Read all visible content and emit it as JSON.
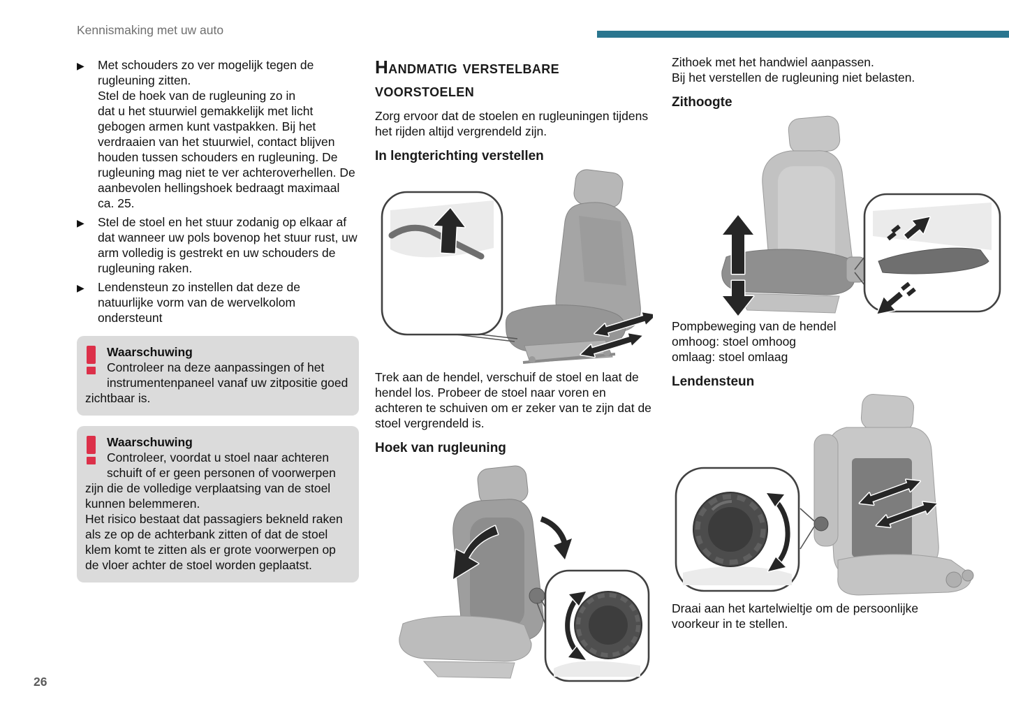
{
  "page": {
    "header_title": "Kennismaking met uw auto",
    "page_number": "26"
  },
  "colors": {
    "accent_teal": "#2a768f",
    "warning_box_bg": "#dbdbdb",
    "warning_icon_red": "#dc3049"
  },
  "left_column": {
    "bullet_marker": "▶",
    "bullets": [
      "Met schouders zo ver mogelijk tegen de rugleuning zitten.\nStel de hoek van de rugleuning zo in\ndat u het stuurwiel gemakkelijk met licht gebogen armen kunt vastpakken. Bij het verdraaien van het stuurwiel, contact blijven houden tussen schouders en rugleuning. De rugleuning mag niet te ver achteroverhellen. De aanbevolen hellingshoek bedraagt maximaal ca. 25.",
      "Stel de stoel en het stuur zodanig op elkaar af dat wanneer uw pols bovenop het stuur rust, uw arm volledig is gestrekt en uw schouders de rugleuning raken.",
      "Lendensteun zo instellen dat deze de natuurlijke vorm van de wervelkolom ondersteunt"
    ],
    "warnings": [
      {
        "title": "Waarschuwing",
        "body": "Controleer na deze aanpassingen of het instrumentenpaneel vanaf uw zitpositie goed zichtbaar is."
      },
      {
        "title": "Waarschuwing",
        "body": "Controleer, voordat u stoel naar achteren schuift of er geen personen of voorwerpen zijn die de volledige verplaatsing van de stoel kunnen belemmeren.\nHet risico bestaat dat passagiers bekneld raken als ze op de achterbank zitten of dat de stoel klem komt te zitten als er grote voorwerpen op de vloer achter de stoel worden geplaatst."
      }
    ]
  },
  "middle_column": {
    "title": "Handmatig verstelbare voorstoelen",
    "intro": "Zorg ervoor dat de stoelen en rugleuningen tijdens het rijden altijd vergrendeld zijn.",
    "sections": [
      {
        "heading": "In lengterichting verstellen",
        "caption": "Trek aan de hendel, verschuif de stoel en laat de hendel los. Probeer de stoel naar voren en achteren te schuiven om er zeker van te zijn dat de stoel vergrendeld is."
      },
      {
        "heading": "Hoek van rugleuning",
        "caption": ""
      }
    ]
  },
  "right_column": {
    "intro": "Zithoek met het handwiel aanpassen.\nBij het verstellen de rugleuning niet belasten.",
    "sections": [
      {
        "heading": "Zithoogte",
        "caption": "Pompbeweging van de hendel\nomhoog: stoel omhoog\nomlaag: stoel omlaag"
      },
      {
        "heading": "Lendensteun",
        "caption": "Draai aan het kartelwieltje om de persoonlijke voorkeur in te stellen."
      }
    ]
  }
}
